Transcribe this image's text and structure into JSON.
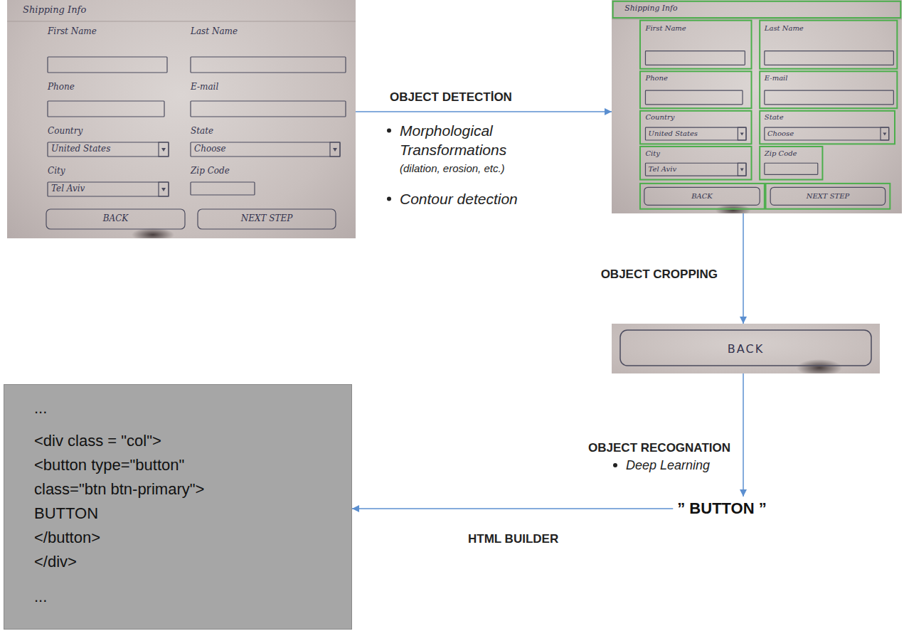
{
  "diagram": {
    "nodes": [
      {
        "text": [
          "Shipping Info",
          "First Name",
          "Last Name",
          "Phone",
          "E-mail",
          "Country",
          "State",
          "United States",
          "Choose",
          "City",
          "Zip Code",
          "Tel Aviv",
          "BACK",
          "NEXT STEP"
        ]
      },
      {
        "text": [
          "Shipping Info",
          "First Name",
          "Last Name",
          "Phone",
          "E-mail",
          "Country",
          "State",
          "United States",
          "Choose",
          "City",
          "Zip Code",
          "Tel Aviv",
          "BACK",
          "NEXT STEP"
        ]
      },
      {
        "text": [
          "BACK"
        ]
      },
      {
        "text": [
          "” BUTTON ”"
        ]
      },
      {
        "text": [
          "...",
          "<div class = \"col\">",
          "<button type=\"button\"",
          "class=\"btn btn-primary\">",
          "BUTTON",
          "</button>",
          "</div>",
          "..."
        ]
      }
    ],
    "edges": [
      {
        "from": 0,
        "to": 1,
        "arrow": "to",
        "label": "OBJECT DETECTİON"
      },
      {
        "from": 1,
        "to": 2,
        "arrow": "to",
        "label": "OBJECT CROPPING"
      },
      {
        "from": 2,
        "to": 3,
        "arrow": "to",
        "label": "OBJECT RECOGNATION"
      },
      {
        "from": 3,
        "to": 4,
        "arrow": "to",
        "label": "HTML BUILDER"
      }
    ],
    "labels": [
      "Morphological Transformations",
      "(dilation, erosion, etc.)",
      "Contour detection",
      "Deep Learning"
    ]
  }
}
